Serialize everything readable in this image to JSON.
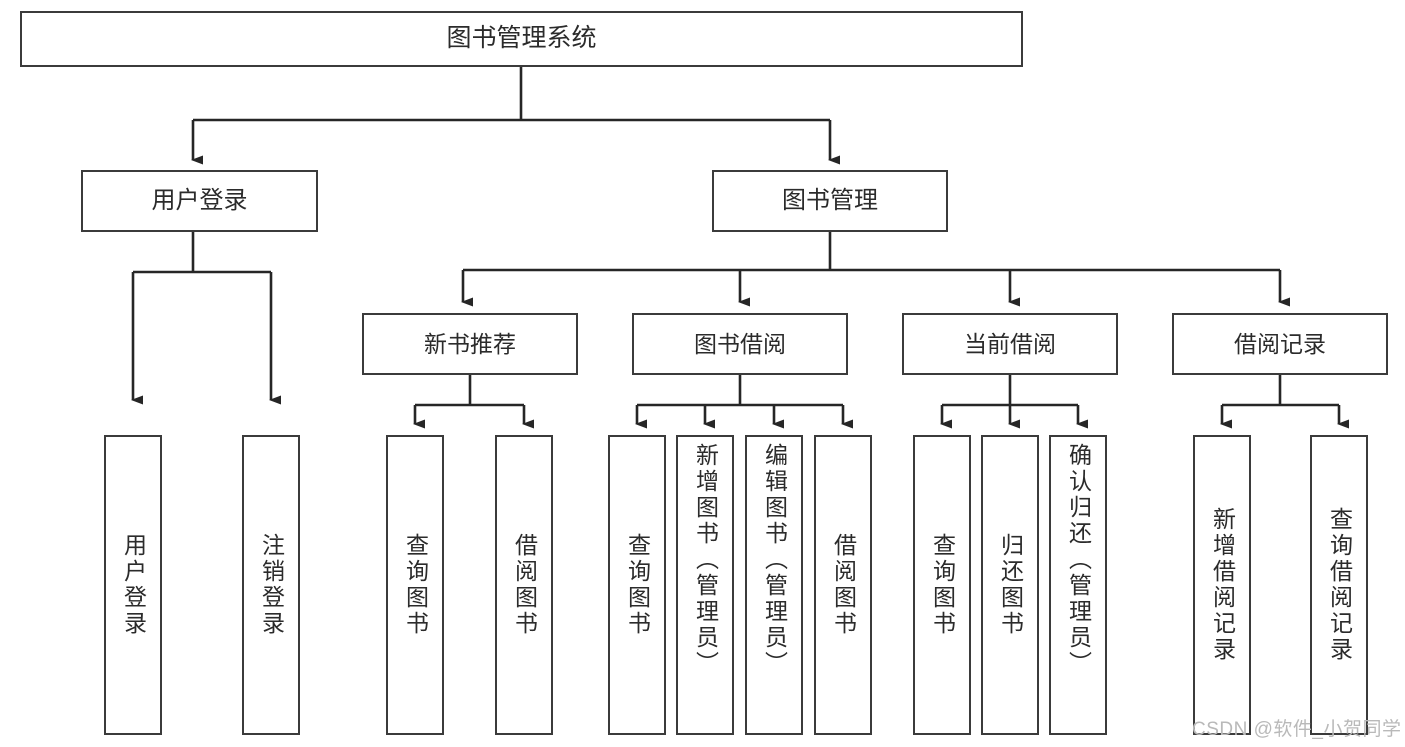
{
  "diagram": {
    "title": "图书管理系统",
    "type": "hierarchy-tree",
    "root": {
      "label": "图书管理系统"
    },
    "level1": [
      {
        "label": "用户登录"
      },
      {
        "label": "图书管理"
      }
    ],
    "level2": [
      {
        "label": "新书推荐"
      },
      {
        "label": "图书借阅"
      },
      {
        "label": "当前借阅"
      },
      {
        "label": "借阅记录"
      }
    ],
    "leaves": {
      "user_login": [
        {
          "label": "用户登录"
        },
        {
          "label": "注销登录"
        }
      ],
      "new_book_recommend": [
        {
          "label": "查询图书"
        },
        {
          "label": "借阅图书"
        }
      ],
      "book_borrow": [
        {
          "label": "查询图书"
        },
        {
          "label": "新增图书（管理员）"
        },
        {
          "label": "编辑图书（管理员）"
        },
        {
          "label": "借阅图书"
        }
      ],
      "current_borrow": [
        {
          "label": "查询图书"
        },
        {
          "label": "归还图书"
        },
        {
          "label": "确认归还（管理员）"
        }
      ],
      "borrow_record": [
        {
          "label": "新增借阅记录"
        },
        {
          "label": "查询借阅记录"
        }
      ]
    }
  },
  "watermark": {
    "text": "CSDN @软件_小贺同学"
  },
  "colors": {
    "border": "#3b3b3b",
    "line": "#262626",
    "text": "#2b2b2b",
    "background": "#ffffff",
    "watermark": "#b9b9b9"
  }
}
